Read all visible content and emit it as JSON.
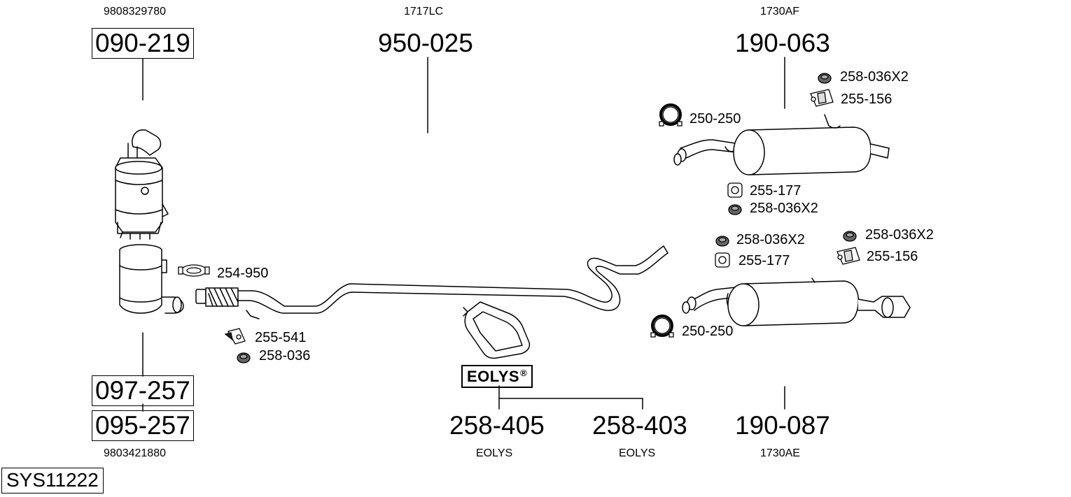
{
  "diagram": {
    "system_id": "SYS11222",
    "parts": {
      "dpf": {
        "oem": "9808329780",
        "number": "090-219"
      },
      "catalyst_a": {
        "number": "097-257"
      },
      "catalyst_b": {
        "number": "095-257",
        "oem": "9803421880"
      },
      "front_pipe": {
        "oem": "1717LC",
        "number": "950-025"
      },
      "rear_silencer_a": {
        "oem": "1730AF",
        "number": "190-063"
      },
      "rear_silencer_b": {
        "oem": "1730AE",
        "number": "190-087"
      },
      "eolys_a": {
        "number": "258-405",
        "caption": "EOLYS"
      },
      "eolys_b": {
        "number": "258-403",
        "caption": "EOLYS"
      }
    },
    "eolys_logo": {
      "text": "EOLYS",
      "mark": "®"
    },
    "accessories": {
      "clamp_front": "254-950",
      "mount_front": "255-541",
      "rubber_front": "258-036",
      "upper_nut_1": "258-036X2",
      "upper_bracket": "255-156",
      "upper_clamp": "250-250",
      "upper_hanger": "255-177",
      "upper_nut_2": "258-036X2",
      "lower_nut_1": "258-036X2",
      "lower_hanger": "255-177",
      "lower_nut_2": "258-036X2",
      "lower_bracket": "255-156",
      "lower_clamp": "250-250"
    }
  }
}
